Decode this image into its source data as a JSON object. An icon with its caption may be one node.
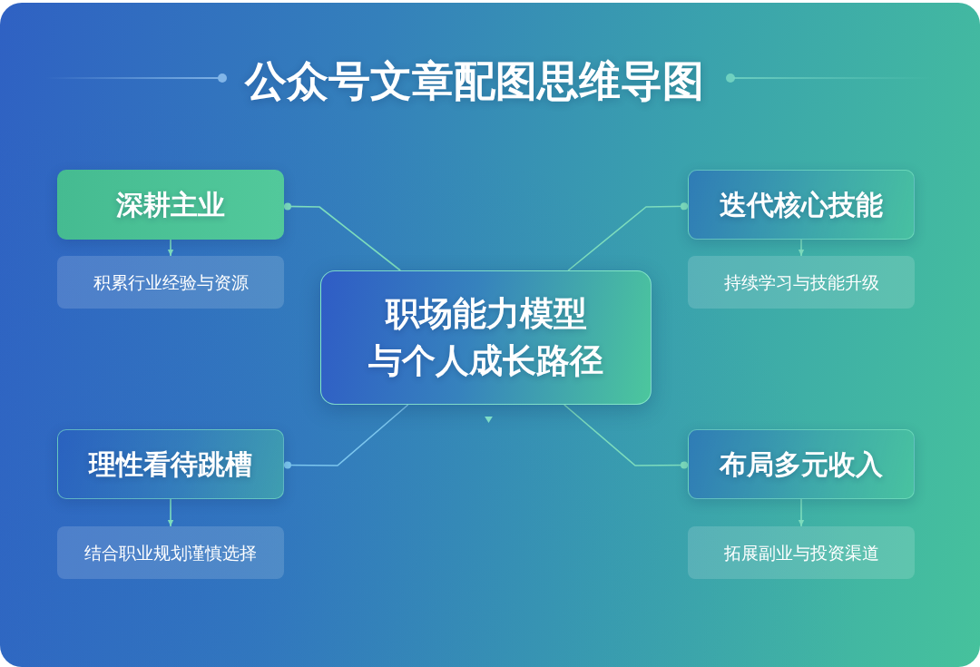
{
  "diagram": {
    "title": "公众号文章配图思维导图",
    "nodes": [
      {
        "text": [
          "深耕主业"
        ]
      },
      {
        "text": [
          "积累行业经验与资源"
        ]
      },
      {
        "text": [
          "迭代核心技能"
        ]
      },
      {
        "text": [
          "持续学习与技能升级"
        ]
      },
      {
        "text": [
          "职场能力模型与个人成长路径"
        ]
      },
      {
        "text": [
          "理性看待跳槽"
        ]
      },
      {
        "text": [
          "结合职业规划谨慎选择"
        ]
      },
      {
        "text": [
          "布局多元收入"
        ]
      },
      {
        "text": [
          "拓展副业与投资渠道"
        ]
      }
    ],
    "edges": [
      {
        "from": 4,
        "to": 0,
        "arrow": "other"
      },
      {
        "from": 4,
        "to": 2,
        "arrow": "other"
      },
      {
        "from": 4,
        "to": 5,
        "arrow": "other",
        "color": "#7cc6ee"
      },
      {
        "from": 4,
        "to": 7,
        "arrow": "other"
      },
      {
        "from": 0,
        "to": 1,
        "arrow": "to"
      },
      {
        "from": 2,
        "to": 3,
        "arrow": "to"
      },
      {
        "from": 5,
        "to": 6,
        "arrow": "to"
      },
      {
        "from": 7,
        "to": 8,
        "arrow": "to"
      }
    ]
  }
}
